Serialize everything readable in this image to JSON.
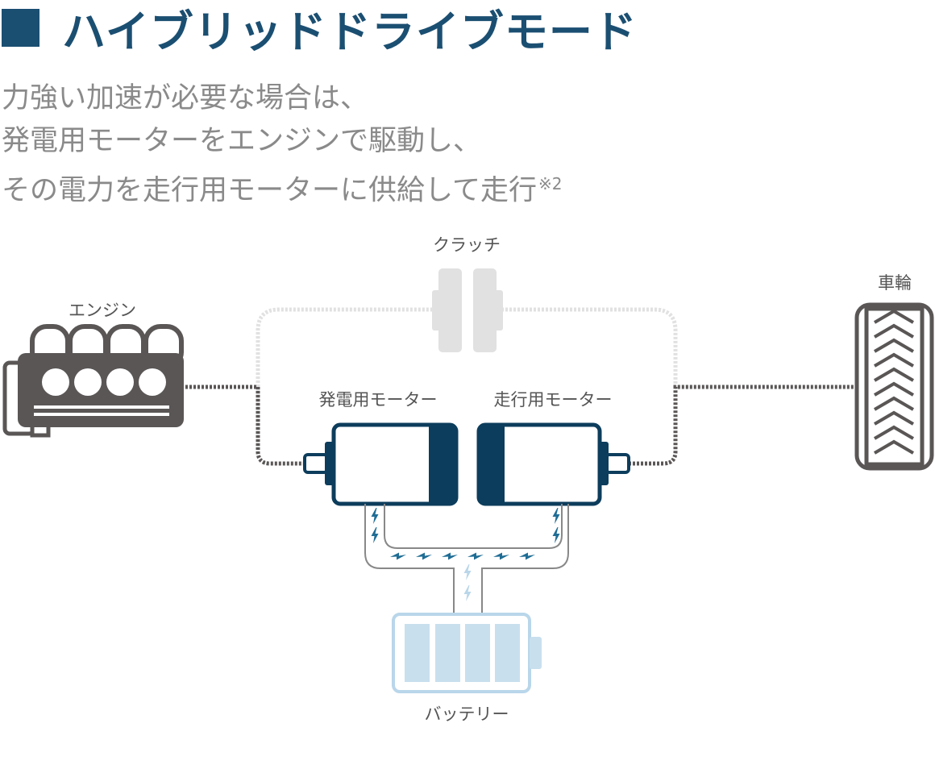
{
  "heading": {
    "title": "ハイブリッドドライブモード"
  },
  "description": {
    "lines": [
      "力強い加速が必要な場合は、",
      "発電用モーターをエンジンで駆動し、",
      "その電力を走行用モーターに供給して走行"
    ],
    "note": "※2"
  },
  "diagram": {
    "labels": {
      "clutch": "クラッチ",
      "engine": "エンジン",
      "wheel": "車輪",
      "generator_motor": "発電用モーター",
      "drive_motor": "走行用モーター",
      "battery": "バッテリー"
    },
    "colors": {
      "navy": "#0d3d5c",
      "engine_gray": "#5a5656",
      "faint_gray": "#e1e1e1",
      "battery_light": "#c8dfee",
      "battery_outline": "#b9d6ea",
      "bolt": "#1f6d95"
    }
  }
}
